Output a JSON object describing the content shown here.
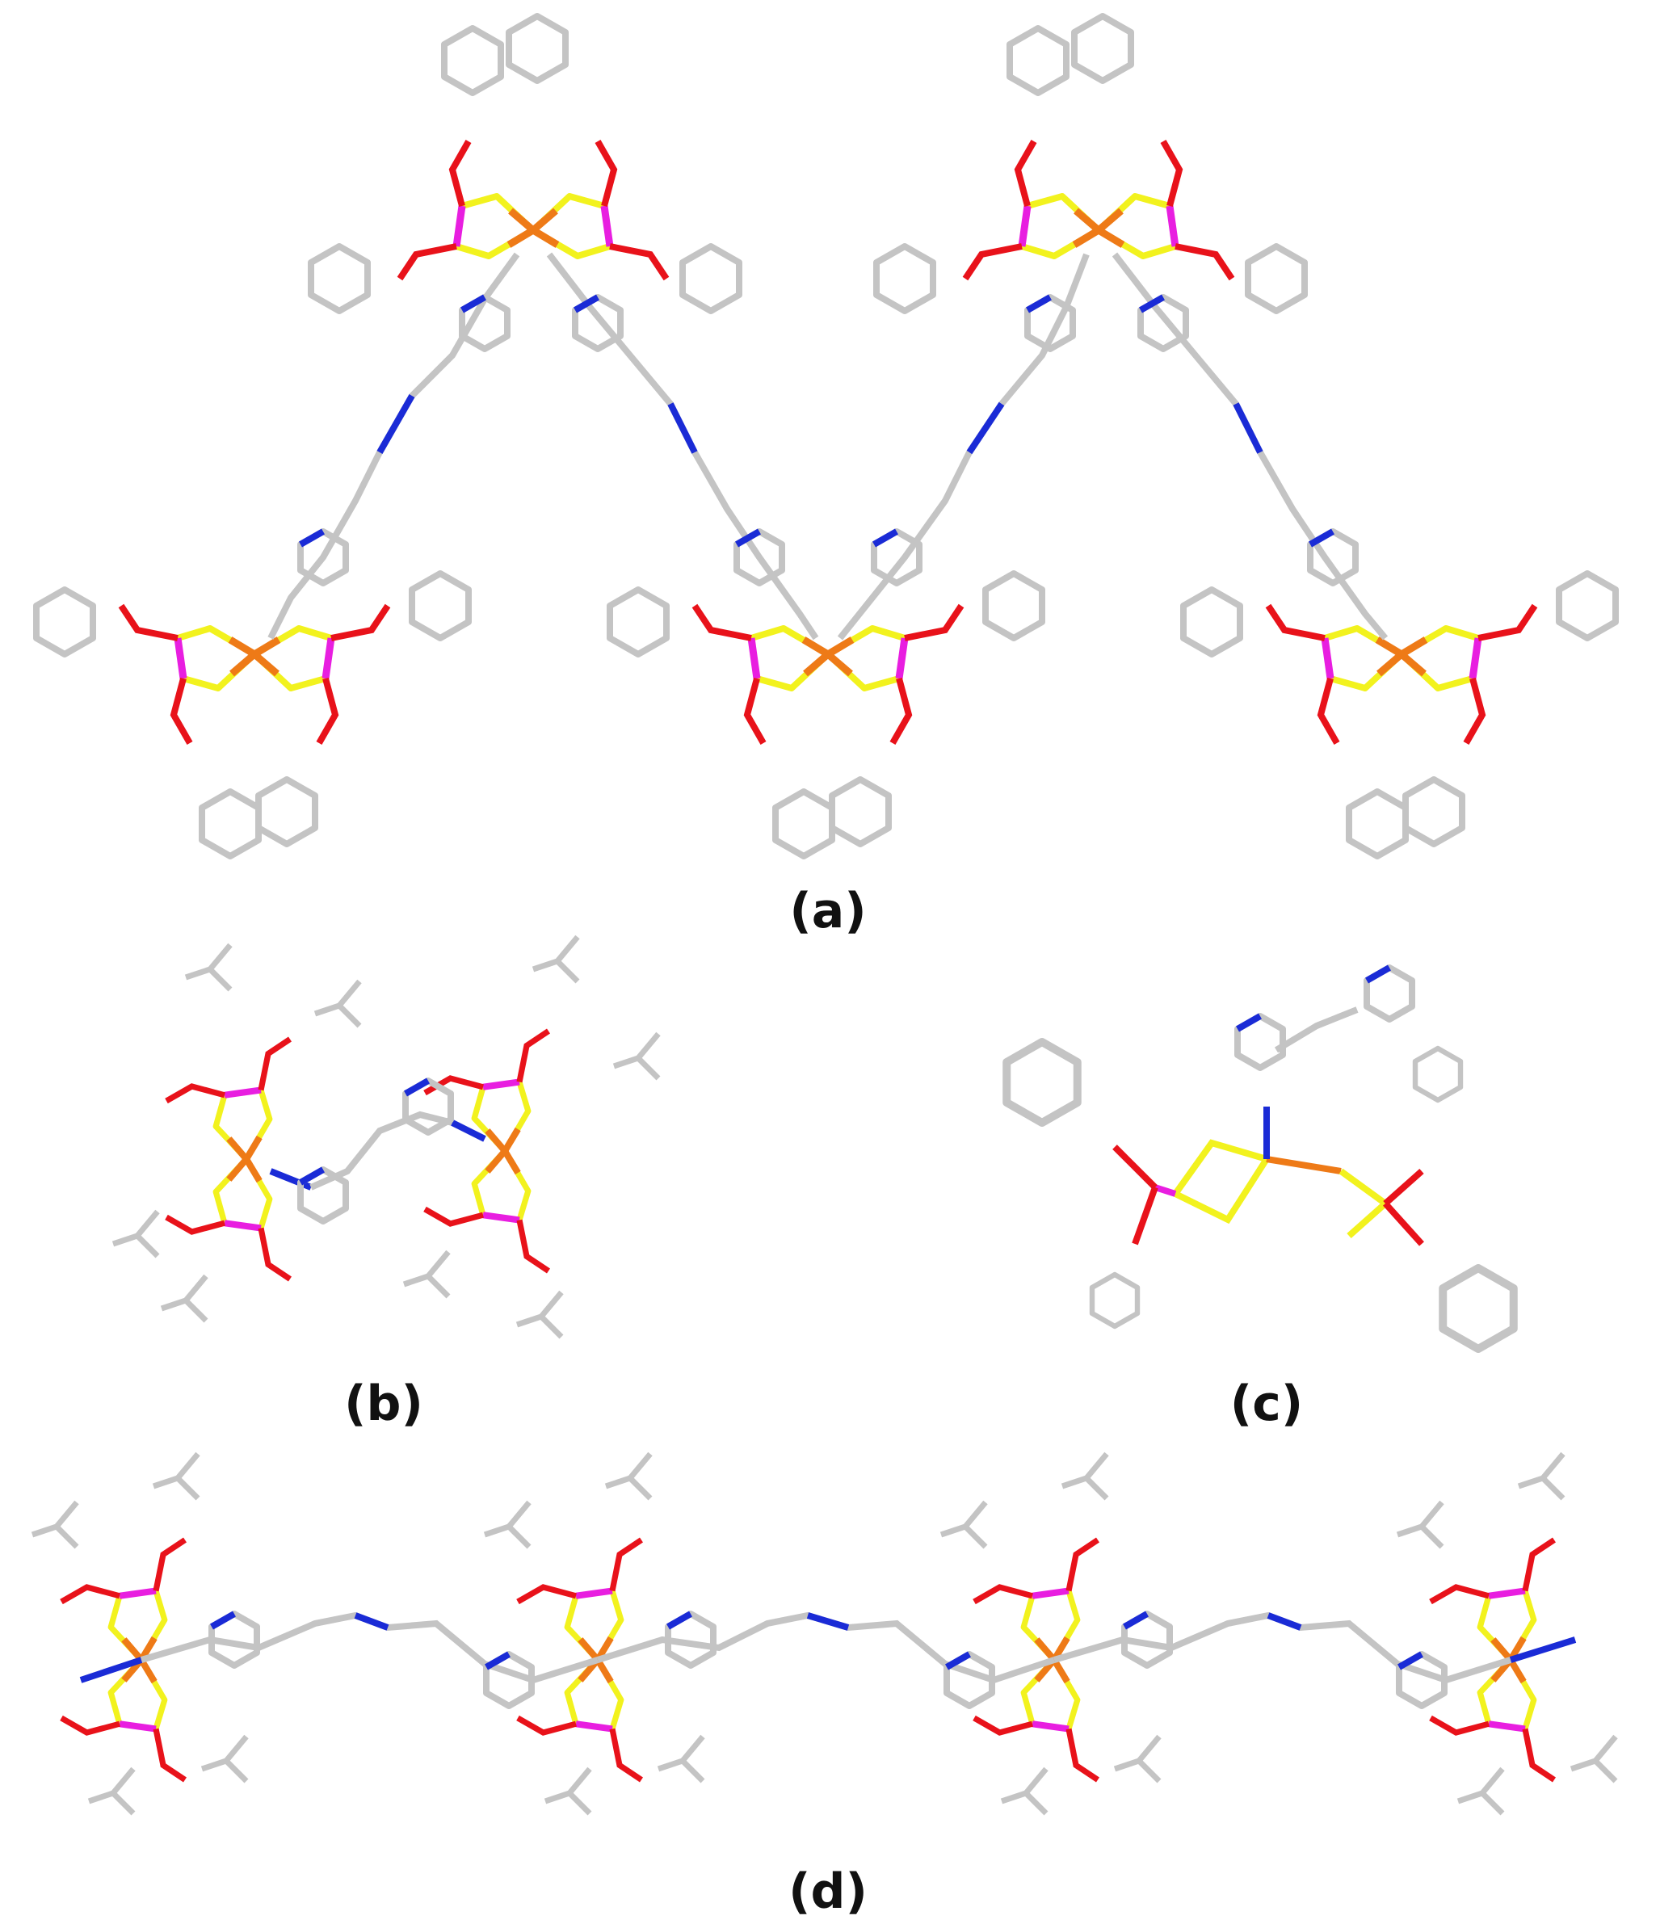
{
  "figure": {
    "panels": [
      {
        "id": "a",
        "label": "(a)"
      },
      {
        "id": "b",
        "label": "(b)"
      },
      {
        "id": "c",
        "label": "(c)"
      },
      {
        "id": "d",
        "label": "(d)"
      }
    ],
    "atom_colors": {
      "C": "#c4c4c4",
      "N": "#1a2bd6",
      "O": "#e8121a",
      "P": "#e81ee0",
      "S": "#f2f21e",
      "Fe": "#ee7a17"
    }
  }
}
